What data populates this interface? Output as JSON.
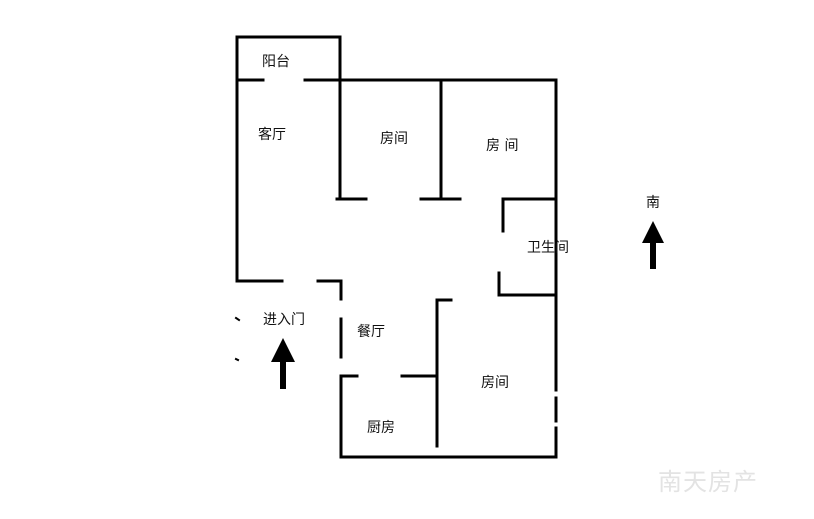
{
  "rooms": {
    "balcony": "阳台",
    "living_room": "客厅",
    "bedroom_1": "房间",
    "bedroom_2": "房 间",
    "bathroom": "卫生间",
    "entrance": "进入门",
    "dining_room": "餐厅",
    "kitchen": "厨房",
    "bedroom_3": "房间"
  },
  "compass": {
    "south_label": "南",
    "icon": "north-up-arrow-icon"
  },
  "entrance_arrow_icon": "up-arrow-icon",
  "watermark": "南天房产",
  "colors": {
    "walls": "#000000",
    "background": "#ffffff",
    "watermark": "#e3e3e3"
  }
}
